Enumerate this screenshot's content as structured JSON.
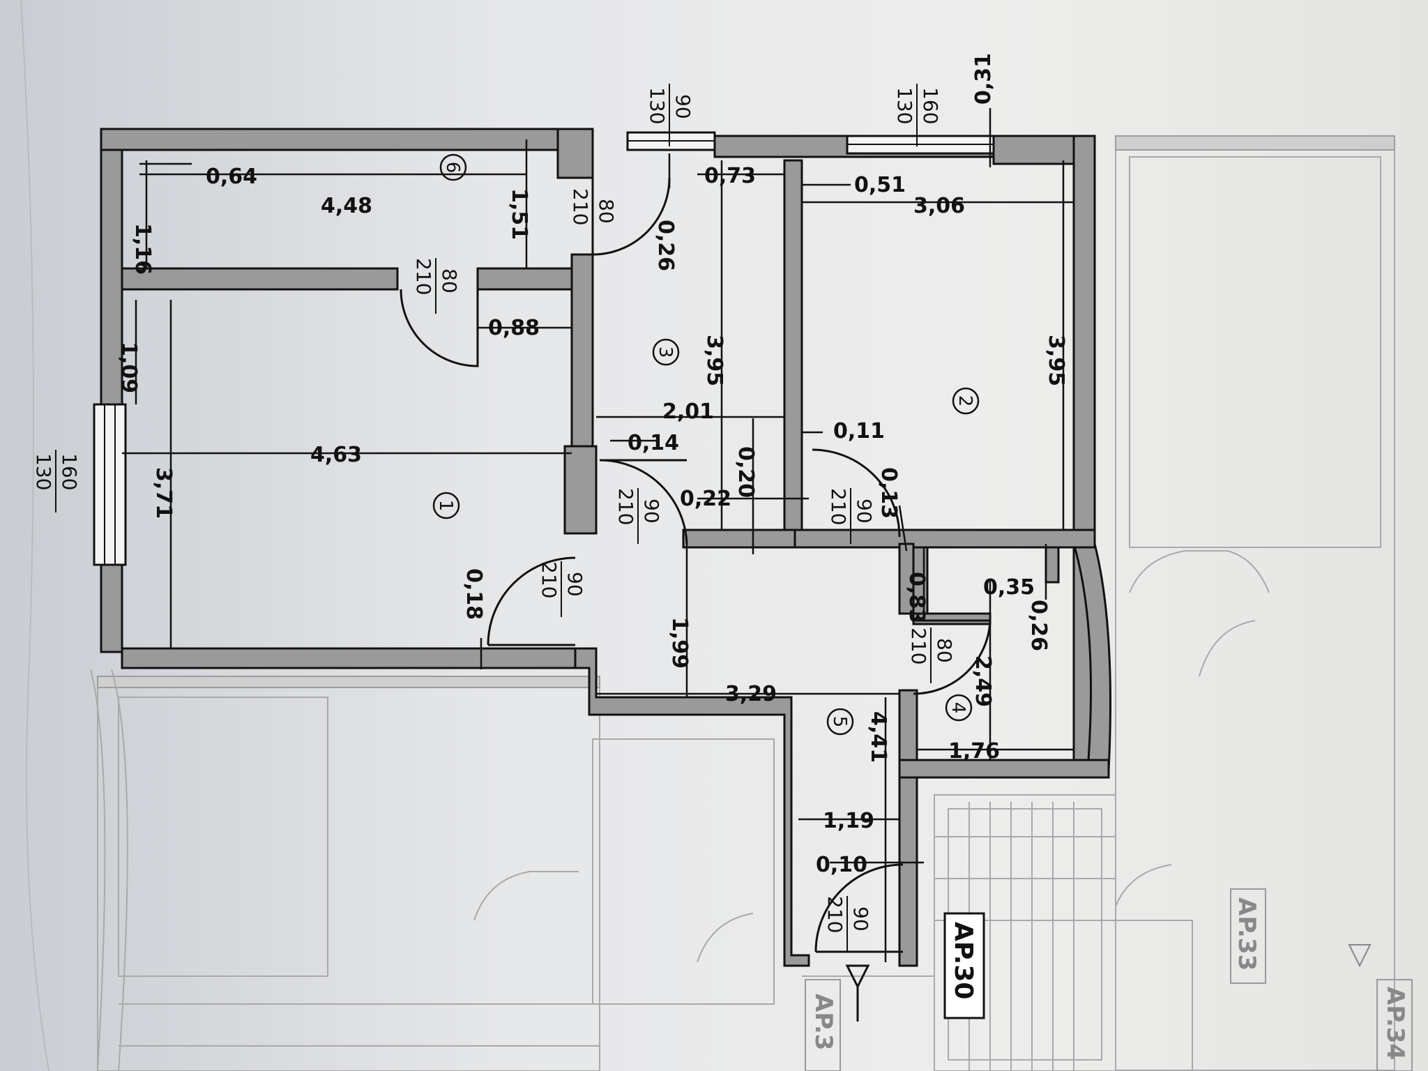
{
  "apartment_label": "AP.30",
  "neighbour_labels": [
    "AP.3",
    "AP.33",
    "AP.34"
  ],
  "rooms": [
    "1",
    "2",
    "3",
    "4",
    "5",
    "6"
  ],
  "dimensions": {
    "d_064": "0,64",
    "d_448": "4,48",
    "d_151": "1,51",
    "d_116": "1,16",
    "d_026a": "0,26",
    "d_073": "0,73",
    "d_051": "0,51",
    "d_306": "3,06",
    "d_031": "0,31",
    "d_088": "0,88",
    "d_109": "1,09",
    "d_395a": "3,95",
    "d_395b": "3,95",
    "d_201": "2,01",
    "d_463": "4,63",
    "d_371": "3,71",
    "d_014": "0,14",
    "d_011": "0,11",
    "d_020": "0,20",
    "d_013": "0,13",
    "d_022": "0,22",
    "d_018": "0,18",
    "d_199": "1,99",
    "d_083": "0,83",
    "d_035": "0,35",
    "d_026b": "0,26",
    "d_249": "2,49",
    "d_329": "3,29",
    "d_441": "4,41",
    "d_176": "1,76",
    "d_119": "1,19",
    "d_010": "0,10"
  },
  "openings": {
    "w_top_left": {
      "num": "90",
      "den": "130"
    },
    "w_top_right": {
      "num": "160",
      "den": "130"
    },
    "w_left": {
      "num": "160",
      "den": "130"
    },
    "door_6": {
      "num": "80",
      "den": "210"
    },
    "door_1a": {
      "num": "80",
      "den": "210"
    },
    "door_3": {
      "num": "90",
      "den": "210"
    },
    "door_2": {
      "num": "90",
      "den": "210"
    },
    "door_1b": {
      "num": "90",
      "den": "210"
    },
    "door_4": {
      "num": "80",
      "den": "210"
    },
    "door_entry": {
      "num": "90",
      "den": "210"
    }
  }
}
